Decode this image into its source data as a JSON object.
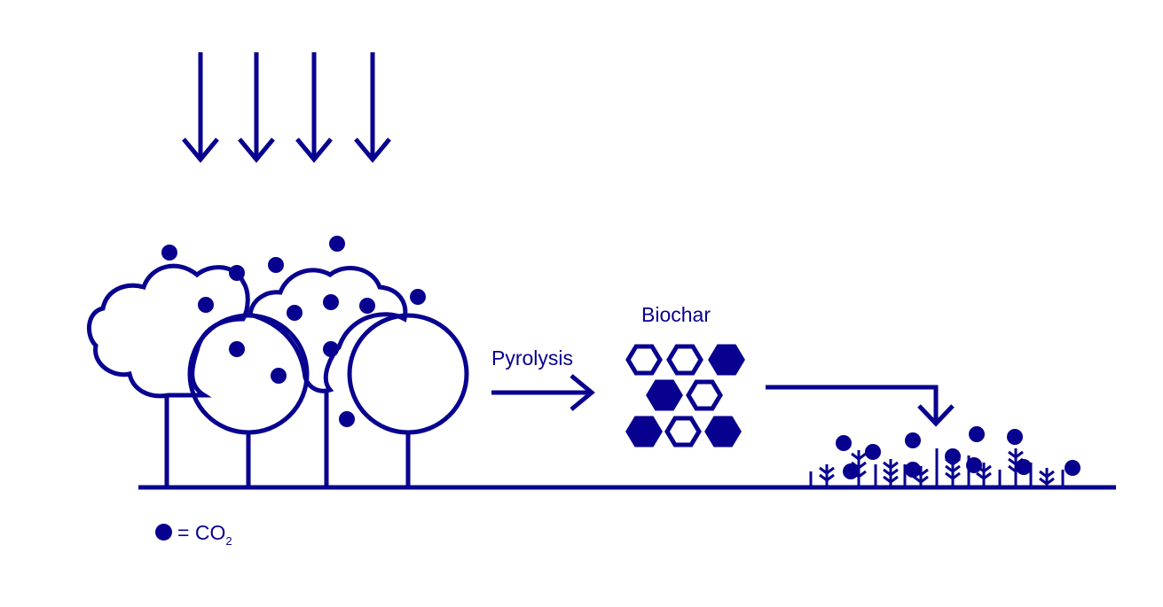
{
  "colors": {
    "ink": "#08008f",
    "background": "#ffffff"
  },
  "labels": {
    "pyrolysis": "Pyrolysis",
    "biochar": "Biochar"
  },
  "legend": {
    "symbol_icon": "filled-dot-icon",
    "equals": "=",
    "formula_main": "CO",
    "formula_subscript": "2"
  },
  "icons": {
    "sunlight": "down-arrow-icon",
    "process": "right-arrow-icon",
    "application": "elbow-down-arrow-icon",
    "tree": "tree-icon",
    "biochar_particle": "hexagon-icon",
    "crop": "plant-icon",
    "carbon": "co2-dot-icon"
  }
}
